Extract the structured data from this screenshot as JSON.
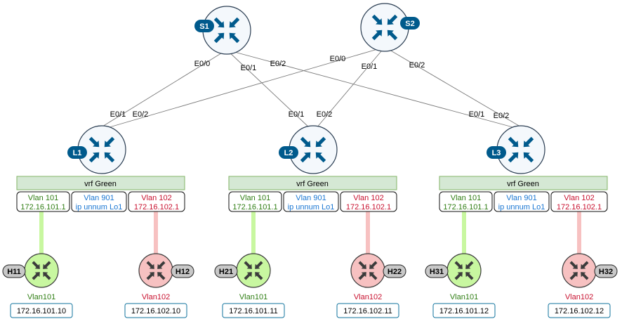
{
  "spines": [
    {
      "name": "S1",
      "ports": [
        "E0/0",
        "E0/1",
        "E0/2"
      ]
    },
    {
      "name": "S2",
      "ports": [
        "E0/0",
        "E0/1",
        "E0/2"
      ]
    }
  ],
  "leaves": [
    {
      "name": "L1",
      "ports": [
        "E0/1",
        "E0/2"
      ],
      "vrf": "vrf Green",
      "vlans": [
        {
          "line1": "Vlan 101",
          "line2": "172.16.101.1",
          "color": "#2e7d12"
        },
        {
          "line1": "Vlan 901",
          "line2": "ip unnum Lo1",
          "color": "#1976d2"
        },
        {
          "line1": "Vlan 102",
          "line2": "172.16.102.1",
          "color": "#c8102e"
        }
      ],
      "hosts": [
        {
          "name": "H11",
          "vlan": "Vlan101",
          "ip": "172.16.101.10",
          "fill": "#c8f7a0",
          "vlan_color": "#2e7d12",
          "link": "#c8f7a0"
        },
        {
          "name": "H12",
          "vlan": "Vlan102",
          "ip": "172.16.102.10",
          "fill": "#f7c1c1",
          "vlan_color": "#c8102e",
          "link": "#f7c1c1"
        }
      ]
    },
    {
      "name": "L2",
      "ports": [
        "E0/1",
        "E0/2"
      ],
      "vrf": "vrf Green",
      "vlans": [
        {
          "line1": "Vlan 101",
          "line2": "172.16.101.1",
          "color": "#2e7d12"
        },
        {
          "line1": "Vlan 901",
          "line2": "ip unnum Lo1",
          "color": "#1976d2"
        },
        {
          "line1": "Vlan 102",
          "line2": "172.16.102.1",
          "color": "#c8102e"
        }
      ],
      "hosts": [
        {
          "name": "H21",
          "vlan": "Vlan101",
          "ip": "172.16.101.11",
          "fill": "#c8f7a0",
          "vlan_color": "#2e7d12",
          "link": "#c8f7a0"
        },
        {
          "name": "H22",
          "vlan": "Vlan102",
          "ip": "172.16.102.11",
          "fill": "#f7c1c1",
          "vlan_color": "#c8102e",
          "link": "#f7c1c1"
        }
      ]
    },
    {
      "name": "L3",
      "ports": [
        "E0/1",
        "E0/2"
      ],
      "vrf": "vrf Green",
      "vlans": [
        {
          "line1": "Vlan 101",
          "line2": "172.16.101.1",
          "color": "#2e7d12"
        },
        {
          "line1": "Vlan 901",
          "line2": "ip unnum Lo1",
          "color": "#1976d2"
        },
        {
          "line1": "Vlan 102",
          "line2": "172.16.102.1",
          "color": "#c8102e"
        }
      ],
      "hosts": [
        {
          "name": "H31",
          "vlan": "Vlan101",
          "ip": "172.16.101.12",
          "fill": "#c8f7a0",
          "vlan_color": "#2e7d12",
          "link": "#c8f7a0"
        },
        {
          "name": "H32",
          "vlan": "Vlan102",
          "ip": "172.16.102.12",
          "fill": "#f7c1c1",
          "vlan_color": "#c8102e",
          "link": "#f7c1c1"
        }
      ]
    }
  ],
  "colors": {
    "router_fill": "#f4f8fc",
    "router_stroke": "#2a3d52",
    "arrow": "#005a8c",
    "badge_spine_leaf": "#005a8c",
    "badge_host": "#c8c8c8",
    "vrf_fill": "#d5e8d4",
    "vrf_stroke": "#82b366",
    "link": "#7a7a7a",
    "ip_box_stroke": "#10739e"
  }
}
